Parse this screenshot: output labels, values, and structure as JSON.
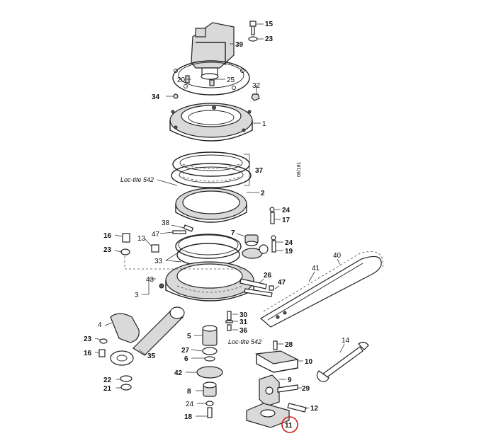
{
  "callouts": {
    "c15": "15",
    "c23a": "23",
    "c39": "39",
    "c20": "20",
    "c25": "25",
    "c32": "32",
    "c34": "34",
    "c1": "1",
    "c37": "37",
    "c2": "2",
    "c24a": "24",
    "c17": "17",
    "c38": "38",
    "c47a": "47",
    "c7": "7",
    "c16a": "16",
    "c13": "13",
    "c24b": "24",
    "c19": "19",
    "c23b": "23",
    "c33": "33",
    "c40": "40",
    "c41": "41",
    "c43": "43",
    "c3": "3",
    "c26": "26",
    "c47b": "47",
    "c30": "30",
    "c31": "31",
    "c36": "36",
    "c4": "4",
    "c23c": "23",
    "c16b": "16",
    "c35": "35",
    "c5": "5",
    "c27": "27",
    "c6": "6",
    "c28": "28",
    "c10": "10",
    "c14": "14",
    "c22": "22",
    "c21": "21",
    "c42": "42",
    "c9": "9",
    "c29": "29",
    "c8": "8",
    "c24c": "24",
    "c12": "12",
    "c18": "18",
    "c11": "11"
  },
  "notes": {
    "loctite_upper": "Loc-tite 542",
    "loctite_lower": "Loc-tite 542",
    "side_code": "08/181"
  },
  "highlight_color": "#d21a1a"
}
